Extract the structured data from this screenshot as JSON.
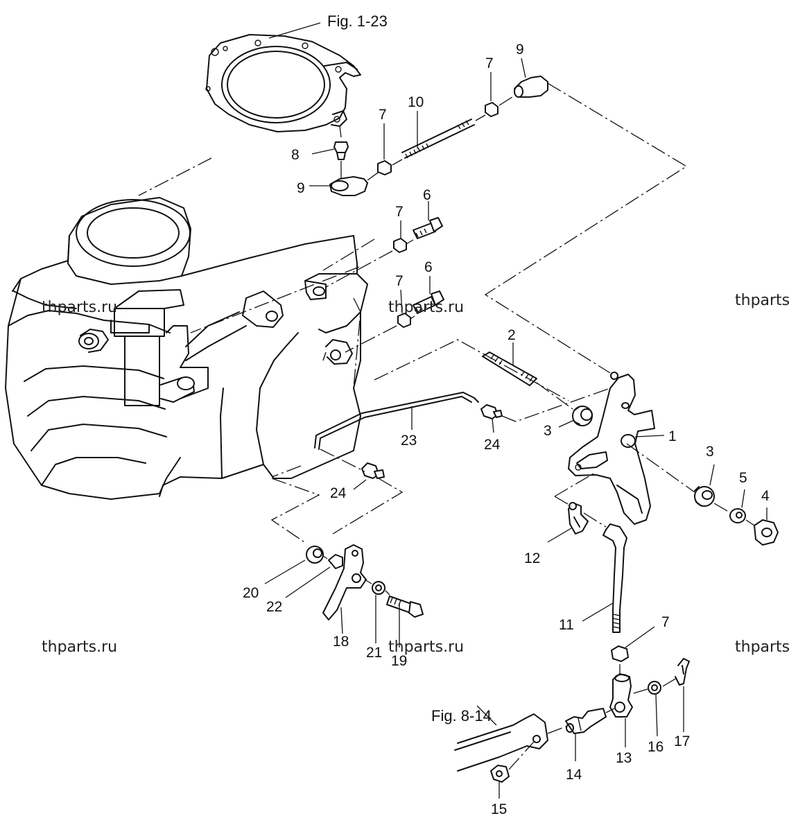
{
  "figure_refs": {
    "top": "Fig. 1-23",
    "bottom": "Fig. 8-14"
  },
  "watermark": "thparts.ru",
  "watermark_cut": "thparts",
  "labels": {
    "n1": "1",
    "n2": "2",
    "n3a": "3",
    "n3b": "3",
    "n4": "4",
    "n5": "5",
    "n6a": "6",
    "n6b": "6",
    "n7a": "7",
    "n7b": "7",
    "n7c": "7",
    "n7d": "7",
    "n7e": "7",
    "n8": "8",
    "n9a": "9",
    "n9b": "9",
    "n10": "10",
    "n11": "11",
    "n12": "12",
    "n13": "13",
    "n14": "14",
    "n15": "15",
    "n16": "16",
    "n17": "17",
    "n18": "18",
    "n19": "19",
    "n20": "20",
    "n21": "21",
    "n22": "22",
    "n23": "23",
    "n24a": "24",
    "n24b": "24"
  }
}
